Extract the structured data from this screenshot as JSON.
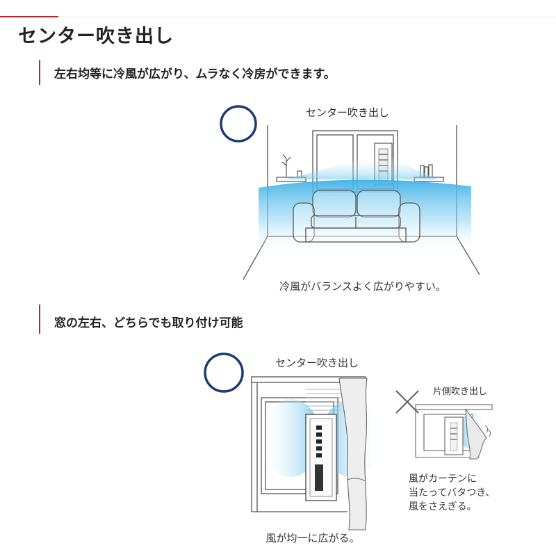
{
  "page": {
    "title": "センター吹き出し"
  },
  "section1": {
    "heading": "左右均等に冷風が広がり、ムラなく冷房ができます。",
    "figure": {
      "label": "センター吹き出し",
      "caption": "冷風がバランスよく広がりやすい。"
    }
  },
  "section2": {
    "heading": "窓の左右、どちらでも取り付け可能",
    "good_figure": {
      "label": "センター吹き出し",
      "caption": "風が均一に広がる。"
    },
    "bad_figure": {
      "label": "片側吹き出し",
      "caption_lines": [
        "風がカーテンに",
        "当たってバタつき、",
        "風をさえぎる。"
      ]
    }
  },
  "colors": {
    "accent_red": "#b8262e",
    "circle_navy": "#1c3a73",
    "cool_air_blue": "#4fb8e8",
    "line_gray": "#555555"
  },
  "icons": {
    "good_mark": "circle-icon",
    "bad_mark": "cross-icon"
  }
}
